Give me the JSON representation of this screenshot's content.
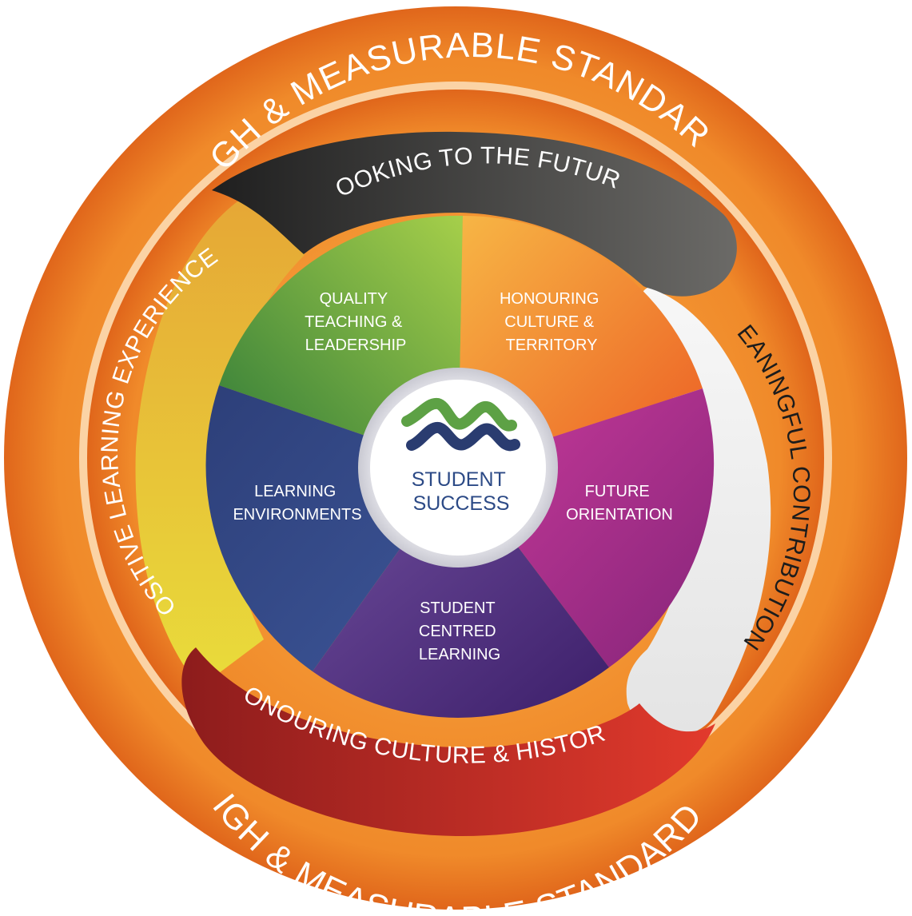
{
  "outer_ring": {
    "top_text": "HIGH & MEASURABLE STANDARDS",
    "bottom_text": "HIGH & MEASURABLE STANDARDS"
  },
  "bands": {
    "top": "LOOKING TO THE FUTURE",
    "right": "MEANINGFUL CONTRIBUTIONS",
    "bottom": "HONOURING CULTURE & HISTORY",
    "left": "POSITIVE LEARNING EXPERIENCES"
  },
  "wedges": {
    "quality": [
      "QUALITY",
      "TEACHING &",
      "LEADERSHIP"
    ],
    "honouring": [
      "HONOURING",
      "CULTURE &",
      "TERRITORY"
    ],
    "future": [
      "FUTURE",
      "ORIENTATION"
    ],
    "student": [
      "STUDENT",
      "CENTRED",
      "LEARNING"
    ],
    "learning": [
      "LEARNING",
      "ENVIRONMENTS"
    ]
  },
  "center": {
    "line1": "STUDENT",
    "line2": "SUCCESS",
    "logo": "mountain-logo-icon"
  },
  "colors": {
    "outer_orange": "#e8701f",
    "quality_green": "#6aad3e",
    "honouring_orange": "#ee8a2e",
    "future_magenta": "#b0318c",
    "student_purple": "#5b3385",
    "learning_navy": "#2c417a",
    "band_dark": "#3a3836",
    "band_light": "#f1f1f1",
    "band_red": "#c0282a",
    "band_yellow": "#e6b830",
    "logo_green": "#5da145",
    "logo_navy": "#2a3c70"
  }
}
